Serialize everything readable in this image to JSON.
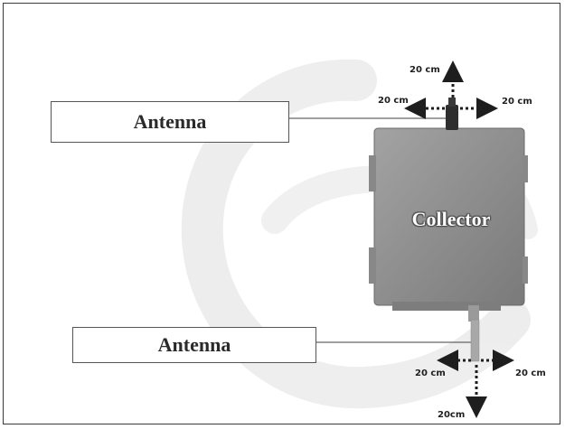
{
  "labels": {
    "antenna_top": "Antenna",
    "antenna_bottom": "Antenna",
    "collector": "Collector"
  },
  "clearances": {
    "top_up": "20 cm",
    "top_left": "20 cm",
    "top_right": "20 cm",
    "bottom_left": "20 cm",
    "bottom_right": "20 cm",
    "bottom_down": "20cm"
  },
  "colors": {
    "device_body": "#8f8f8f",
    "arrow": "#1e1e1e",
    "watermark": "#e8e8e8"
  },
  "icons": {
    "watermark": "logo-watermark-icon",
    "device": "collector-box-icon",
    "arrows": "dotted-arrow-icon"
  }
}
